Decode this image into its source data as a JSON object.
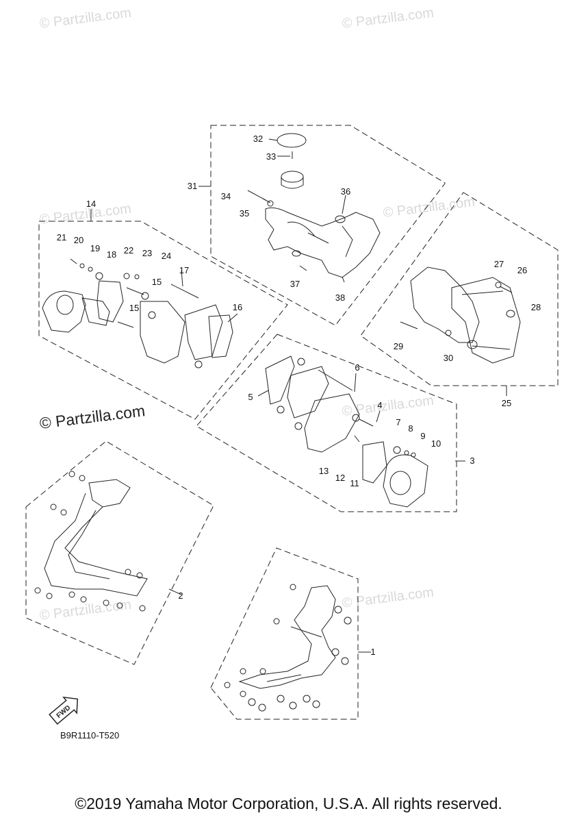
{
  "watermark_text": "© Partzilla.com",
  "brand_watermark": "© Partzilla.com",
  "diagram_code": "B9R1110-T520",
  "copyright": "©2019 Yamaha Motor Corporation, U.S.A. All rights reserved.",
  "fwd_label": "FWD",
  "callouts": [
    "1",
    "2",
    "3",
    "4",
    "5",
    "6",
    "7",
    "8",
    "9",
    "10",
    "11",
    "12",
    "13",
    "14",
    "15",
    "15",
    "16",
    "17",
    "18",
    "19",
    "20",
    "21",
    "22",
    "23",
    "24",
    "25",
    "26",
    "27",
    "28",
    "29",
    "30",
    "31",
    "32",
    "33",
    "34",
    "35",
    "36",
    "37",
    "38"
  ]
}
